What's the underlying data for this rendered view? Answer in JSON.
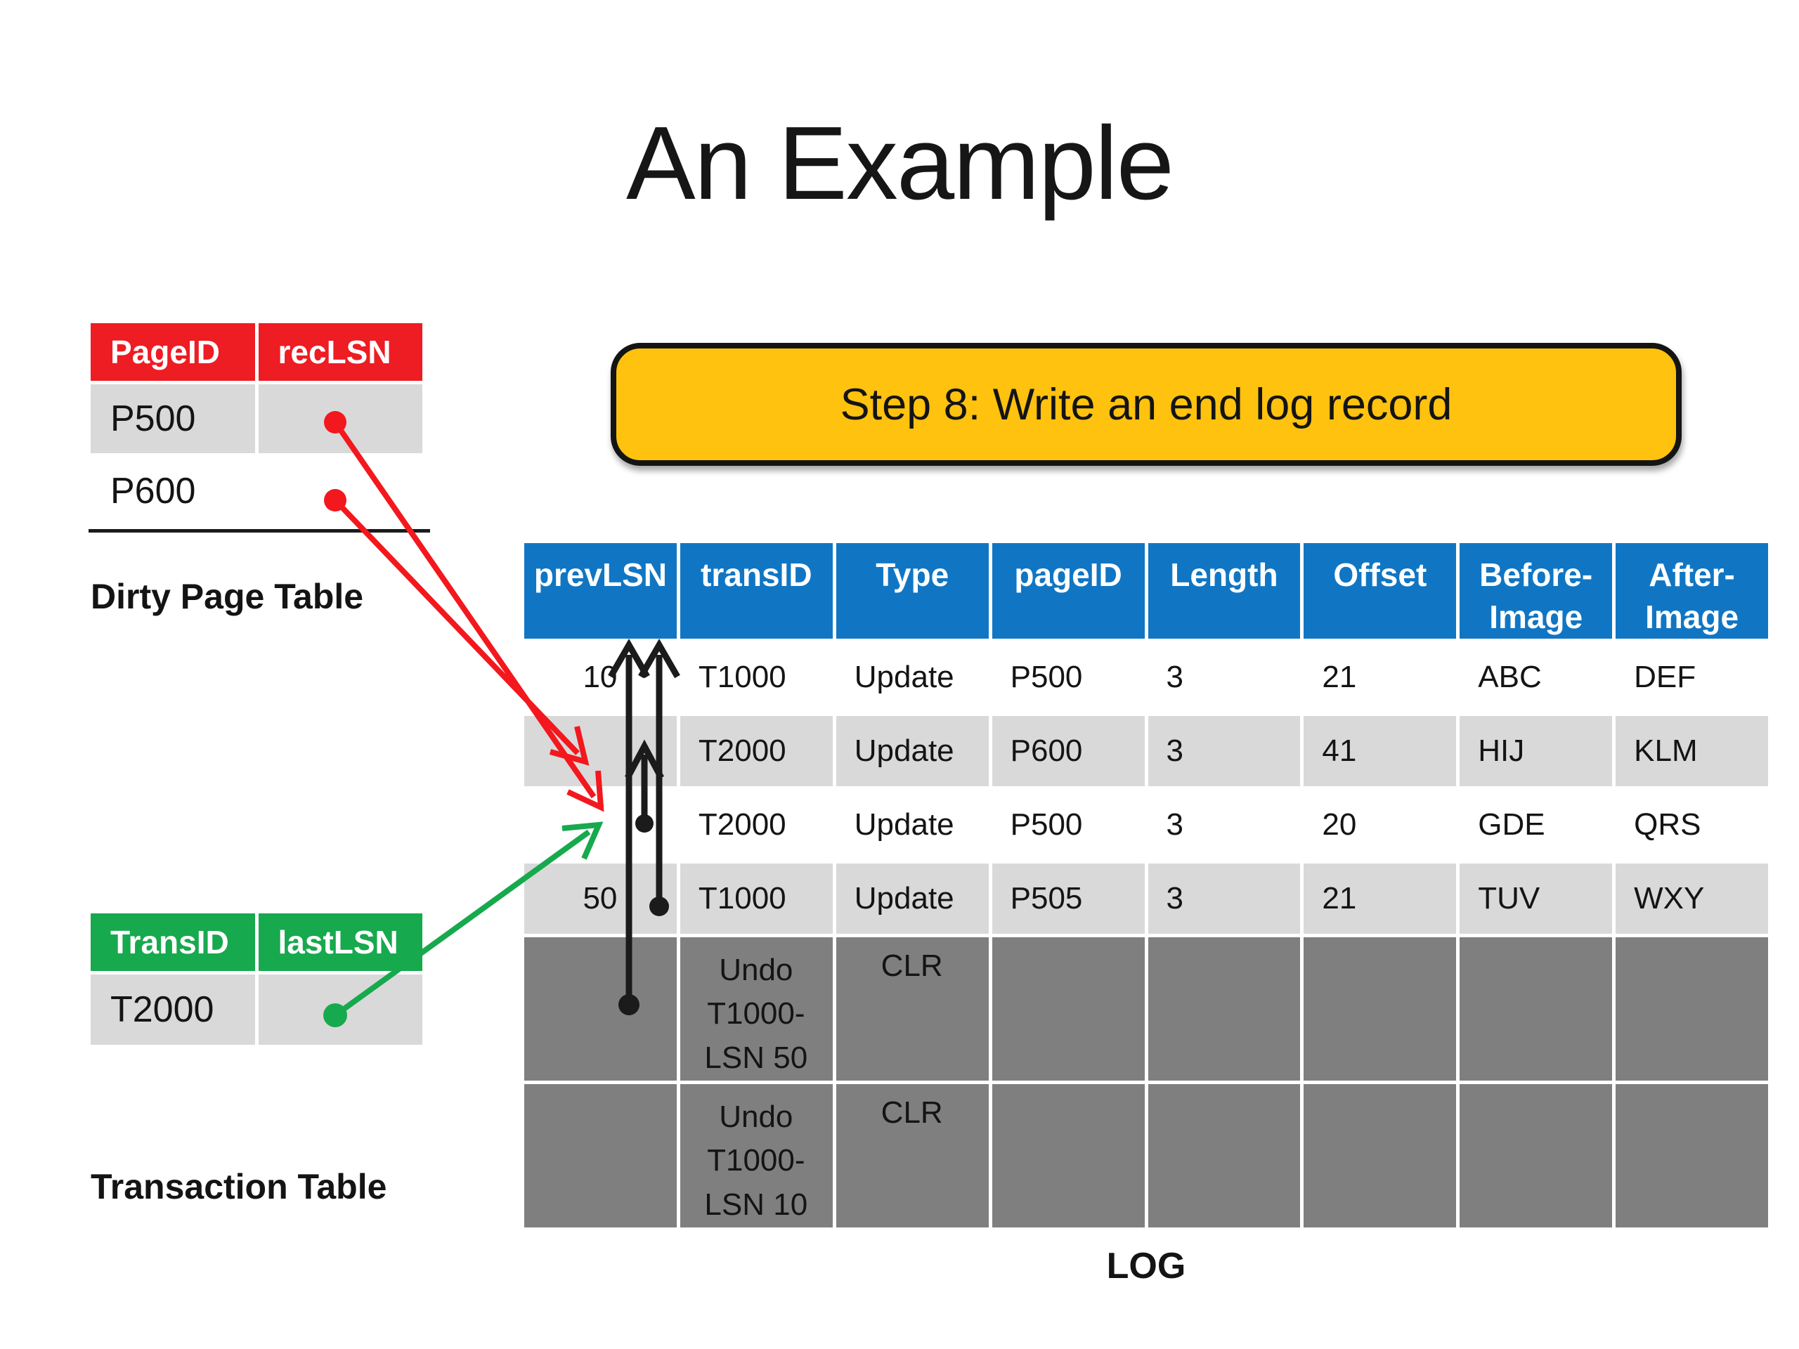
{
  "slide": {
    "title": "An Example"
  },
  "callout": {
    "text": "Step 8: Write an end log record",
    "fill": "#FFC20E",
    "border_color": "#141414"
  },
  "dirty_page_table": {
    "label": "Dirty Page Table",
    "header_color": "#EE1C23",
    "columns": [
      "PageID",
      "recLSN"
    ],
    "rows": [
      [
        "P500",
        ""
      ],
      [
        "P600",
        ""
      ]
    ]
  },
  "transaction_table": {
    "label": "Transaction Table",
    "header_color": "#17A94D",
    "columns": [
      "TransID",
      "lastLSN"
    ],
    "rows": [
      [
        "T2000",
        ""
      ]
    ]
  },
  "log_table": {
    "label": "LOG",
    "header_color": "#1076C4",
    "columns": [
      "prevLSN",
      "transID",
      "Type",
      "pageID",
      "Length",
      "Offset",
      "Before-Image",
      "After-Image"
    ],
    "rows": [
      {
        "variant": "white",
        "cells": [
          "10",
          "T1000",
          "Update",
          "P500",
          "3",
          "21",
          "ABC",
          "DEF"
        ]
      },
      {
        "variant": "light",
        "cells": [
          "",
          "T2000",
          "Update",
          "P600",
          "3",
          "41",
          "HIJ",
          "KLM"
        ]
      },
      {
        "variant": "white",
        "cells": [
          "",
          "T2000",
          "Update",
          "P500",
          "3",
          "20",
          "GDE",
          "QRS"
        ]
      },
      {
        "variant": "light",
        "cells": [
          "50",
          "T1000",
          "Update",
          "P505",
          "3",
          "21",
          "TUV",
          "WXY"
        ]
      },
      {
        "variant": "dark",
        "cells": [
          "",
          "Undo T1000- LSN 50",
          "CLR",
          "",
          "",
          "",
          "",
          ""
        ]
      },
      {
        "variant": "dark",
        "cells": [
          "",
          "Undo T1000- LSN 10",
          "CLR",
          "",
          "",
          "",
          "",
          ""
        ]
      }
    ]
  },
  "connectors": {
    "red": "#F2181E",
    "green": "#17A94D",
    "black": "#1b1b1b",
    "links": [
      {
        "color": "red",
        "from": "dirty page table P500 recLSN",
        "to": "log row 3 prevLSN"
      },
      {
        "color": "red",
        "from": "dirty page table P600 recLSN",
        "to": "log row 2 prevLSN"
      },
      {
        "color": "green",
        "from": "transaction table T2000 lastLSN",
        "to": "log row 3 prevLSN"
      },
      {
        "color": "black",
        "from": "log row 5 (CLR) prevLSN",
        "to": "log row 1 prevLSN 10"
      },
      {
        "color": "black",
        "from": "log row 4 prevLSN 50",
        "to": "log row 1 prevLSN 10"
      },
      {
        "color": "black",
        "from": "log row 3 prevLSN",
        "to": "log row 2 prevLSN"
      }
    ]
  }
}
